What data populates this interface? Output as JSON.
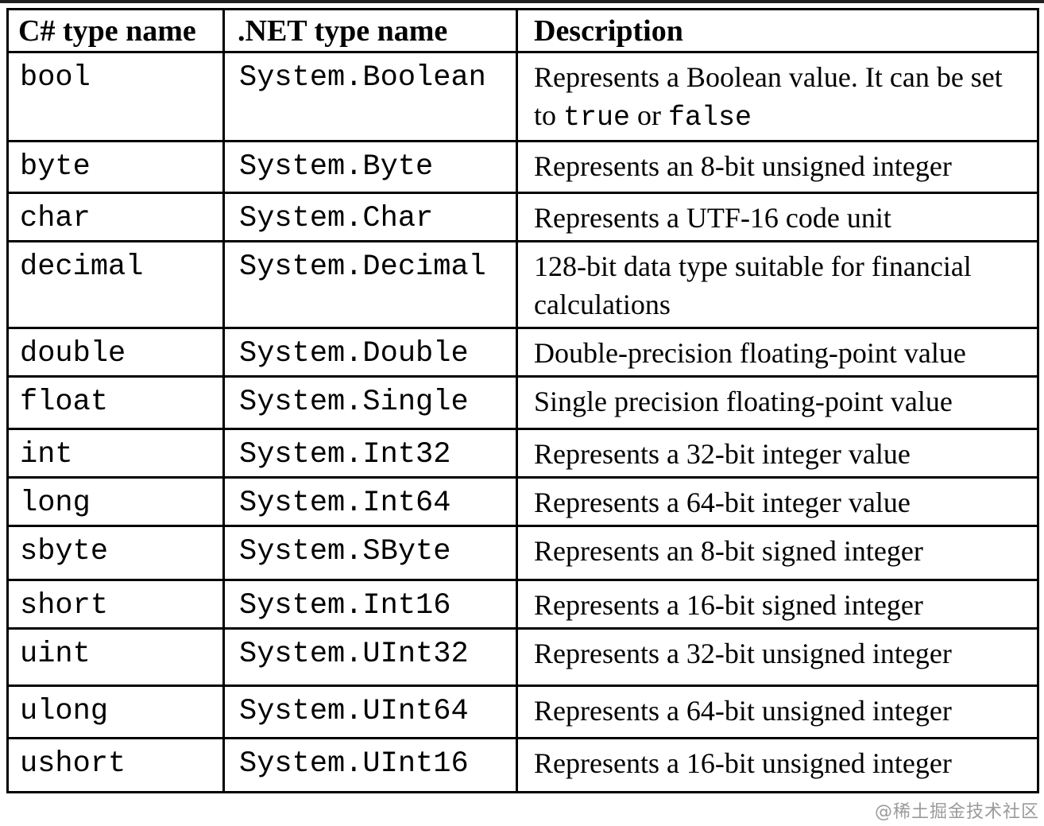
{
  "watermark": "@稀土掘金技术社区",
  "colors": {
    "background": "#ffffff",
    "border": "#000000",
    "text": "#000000",
    "watermark_gray": "#9a9a9a",
    "top_edge": "#202020"
  },
  "table": {
    "headers": [
      {
        "key": "csharp",
        "label": "C# type name"
      },
      {
        "key": "dotnet",
        "label": ".NET type name"
      },
      {
        "key": "description",
        "label": "Description"
      }
    ],
    "rows": [
      {
        "csharp": "bool",
        "dotnet": "System.Boolean",
        "description": [
          {
            "text": "Represents a Boolean value. It can be set to "
          },
          {
            "text": "true",
            "code": true
          },
          {
            "text": " or "
          },
          {
            "text": "false",
            "code": true
          }
        ]
      },
      {
        "csharp": "byte",
        "dotnet": "System.Byte",
        "description": [
          {
            "text": "Represents an 8-bit unsigned integer"
          }
        ]
      },
      {
        "csharp": "char",
        "dotnet": "System.Char",
        "description": [
          {
            "text": "Represents a UTF-16 code unit"
          }
        ]
      },
      {
        "csharp": "decimal",
        "dotnet": "System.Decimal",
        "description": [
          {
            "text": "128-bit data type suitable for financial calculations"
          }
        ]
      },
      {
        "csharp": "double",
        "dotnet": "System.Double",
        "description": [
          {
            "text": "Double-precision floating-point value"
          }
        ]
      },
      {
        "csharp": "float",
        "dotnet": "System.Single",
        "description": [
          {
            "text": "Single precision floating-point value"
          }
        ]
      },
      {
        "csharp": "int",
        "dotnet": "System.Int32",
        "description": [
          {
            "text": "Represents a 32-bit integer value"
          }
        ]
      },
      {
        "csharp": "long",
        "dotnet": "System.Int64",
        "description": [
          {
            "text": "Represents a 64-bit integer value"
          }
        ]
      },
      {
        "csharp": "sbyte",
        "dotnet": "System.SByte",
        "description": [
          {
            "text": "Represents an 8-bit signed integer"
          }
        ]
      },
      {
        "csharp": "short",
        "dotnet": "System.Int16",
        "description": [
          {
            "text": "Represents a 16-bit signed integer"
          }
        ]
      },
      {
        "csharp": "uint",
        "dotnet": "System.UInt32",
        "description": [
          {
            "text": "Represents a 32-bit unsigned integer"
          }
        ]
      },
      {
        "csharp": "ulong",
        "dotnet": "System.UInt64",
        "description": [
          {
            "text": "Represents a 64-bit unsigned integer"
          }
        ]
      },
      {
        "csharp": "ushort",
        "dotnet": "System.UInt16",
        "description": [
          {
            "text": "Represents a 16-bit unsigned integer"
          }
        ]
      }
    ]
  }
}
